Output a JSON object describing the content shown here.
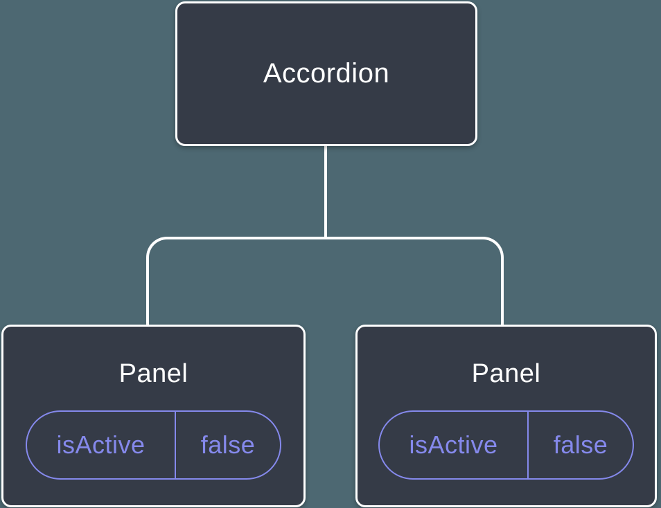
{
  "diagram": {
    "type": "component-tree",
    "root": {
      "label": "Accordion"
    },
    "children": [
      {
        "label": "Panel",
        "state": {
          "name": "isActive",
          "value": "false"
        }
      },
      {
        "label": "Panel",
        "state": {
          "name": "isActive",
          "value": "false"
        }
      }
    ],
    "colors": {
      "background": "#4d6872",
      "node_fill": "#353b47",
      "node_border": "#ffffff",
      "connector": "#ffffff",
      "state_accent": "#8589ec",
      "label_text": "#ffffff"
    }
  }
}
